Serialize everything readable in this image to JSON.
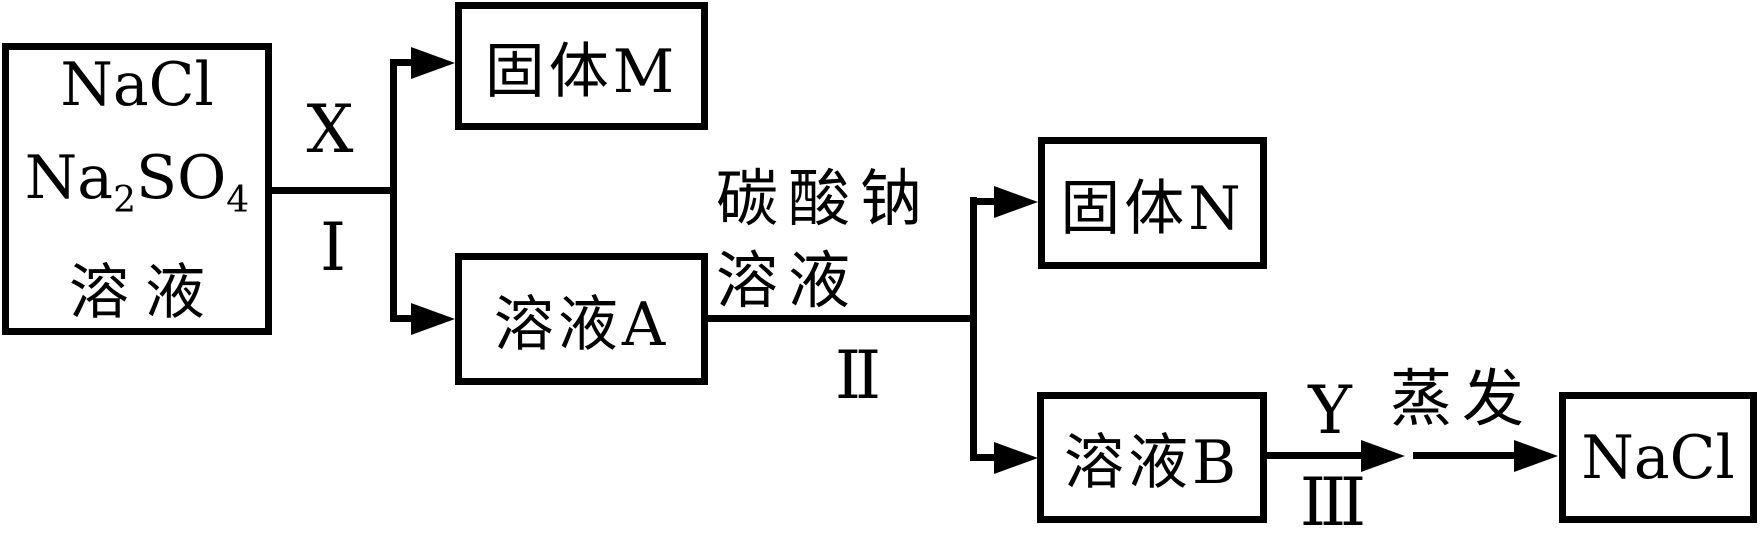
{
  "diagram": {
    "title_semantic": "NaCl and Na2SO4 solution separation flow chart",
    "colors": {
      "line": "#000000",
      "background": "#ffffff"
    },
    "nodes": {
      "source": {
        "line1": "NaCl",
        "formula_parts": {
          "base1": "Na",
          "sub1": "2",
          "base2": "SO",
          "sub2": "4"
        },
        "line3": "溶液"
      },
      "solid_m": {
        "label": "固体M"
      },
      "solution_a": {
        "label": "溶液A"
      },
      "solid_n": {
        "label": "固体N"
      },
      "solution_b": {
        "label": "溶液B"
      },
      "nacl": {
        "label": "NaCl"
      }
    },
    "edges": {
      "step1": {
        "reagent": "X",
        "numeral": "I"
      },
      "step2": {
        "reagent_line1": "碳酸钠",
        "reagent_line2": "溶液",
        "numeral": "II"
      },
      "step3": {
        "reagent": "Y",
        "numeral": "III"
      },
      "step4": {
        "label": "蒸发"
      }
    }
  }
}
